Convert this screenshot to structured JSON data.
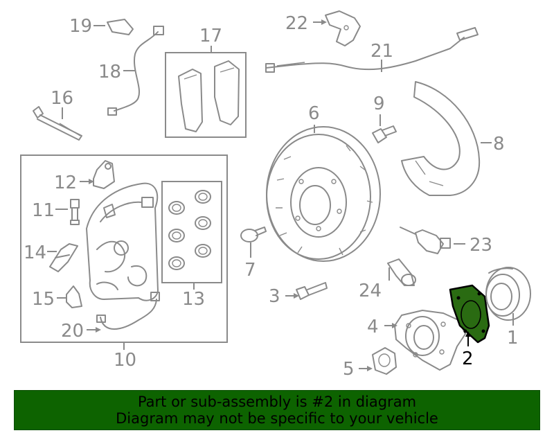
{
  "callouts": {
    "c1": "1",
    "c2": "2",
    "c3": "3",
    "c4": "4",
    "c5": "5",
    "c6": "6",
    "c7": "7",
    "c8": "8",
    "c9": "9",
    "c10": "10",
    "c11": "11",
    "c12": "12",
    "c13": "13",
    "c14": "14",
    "c15": "15",
    "c16": "16",
    "c17": "17",
    "c18": "18",
    "c19": "19",
    "c20": "20",
    "c21": "21",
    "c22": "22",
    "c23": "23",
    "c24": "24"
  },
  "highlight": {
    "color": "#2a6b12"
  },
  "banner": {
    "line1": "Part or sub-assembly is #2 in diagram",
    "line2": "Diagram may not be specific to your vehicle",
    "color": "#0d6300"
  }
}
